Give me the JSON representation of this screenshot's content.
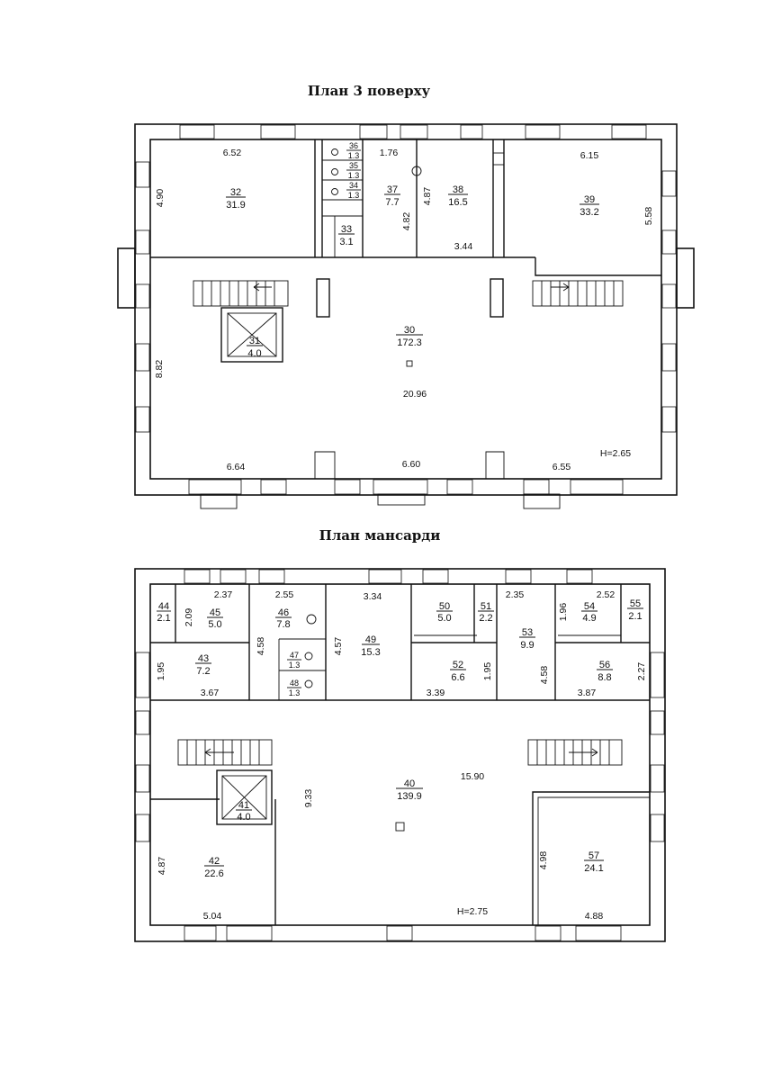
{
  "plan3": {
    "title": "План 3 поверху",
    "height_label": "H=2.65",
    "dims": {
      "d1": "6.52",
      "d2": "4.90",
      "d3": "1.76",
      "d4": "4.82",
      "d5": "4.87",
      "d6": "3.44",
      "d7": "6.15",
      "d8": "5.58",
      "d9": "8.82",
      "d10": "20.96",
      "d11": "6.64",
      "d12": "6.60",
      "d13": "6.55"
    },
    "rooms": [
      {
        "num": "32",
        "area": "31.9"
      },
      {
        "num": "36",
        "area": "1.3"
      },
      {
        "num": "35",
        "area": "1.3"
      },
      {
        "num": "34",
        "area": "1.3"
      },
      {
        "num": "33",
        "area": "3.1"
      },
      {
        "num": "37",
        "area": "7.7"
      },
      {
        "num": "38",
        "area": "16.5"
      },
      {
        "num": "39",
        "area": "33.2"
      },
      {
        "num": "30",
        "area": "172.3"
      },
      {
        "num": "31",
        "area": "4.0"
      }
    ]
  },
  "attic": {
    "title": "План мансарди",
    "height_label": "H=2.75",
    "dims": {
      "d1": "2.37",
      "d2": "2.09",
      "d3": "2.55",
      "d4": "4.58",
      "d5": "3.34",
      "d6": "4.57",
      "d7": "2.35",
      "d8": "1.96",
      "d9": "2.52",
      "d10": "1.95",
      "d11": "3.67",
      "d12": "3.39",
      "d13": "1.95",
      "d14": "4.58",
      "d15": "3.87",
      "d16": "2.27",
      "d17": "15.90",
      "d18": "9.33",
      "d19": "4.87",
      "d20": "5.04",
      "d21": "4.98",
      "d22": "4.88"
    },
    "rooms": [
      {
        "num": "44",
        "area": "2.1"
      },
      {
        "num": "45",
        "area": "5.0"
      },
      {
        "num": "46",
        "area": "7.8"
      },
      {
        "num": "49",
        "area": "15.3"
      },
      {
        "num": "50",
        "area": "5.0"
      },
      {
        "num": "51",
        "area": "2.2"
      },
      {
        "num": "53",
        "area": "9.9"
      },
      {
        "num": "54",
        "area": "4.9"
      },
      {
        "num": "55",
        "area": "2.1"
      },
      {
        "num": "43",
        "area": "7.2"
      },
      {
        "num": "47",
        "area": "1.3"
      },
      {
        "num": "48",
        "area": "1.3"
      },
      {
        "num": "52",
        "area": "6.6"
      },
      {
        "num": "56",
        "area": "8.8"
      },
      {
        "num": "40",
        "area": "139.9"
      },
      {
        "num": "41",
        "area": "4.0"
      },
      {
        "num": "42",
        "area": "22.6"
      },
      {
        "num": "57",
        "area": "24.1"
      }
    ]
  }
}
